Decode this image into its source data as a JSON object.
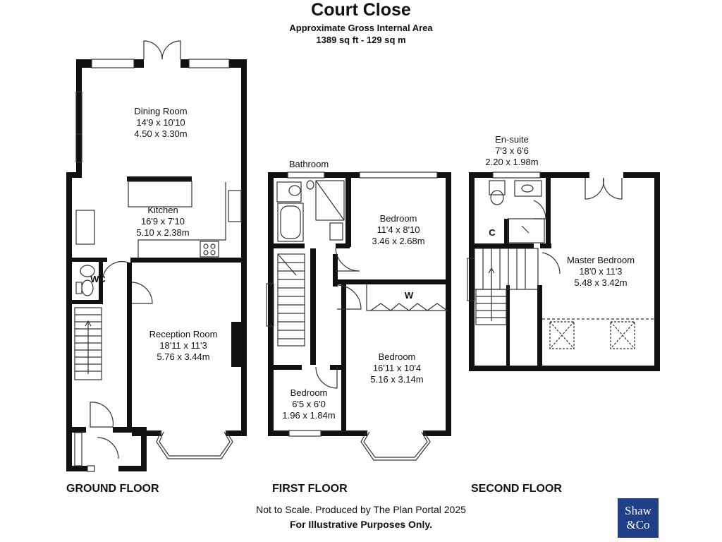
{
  "header": {
    "title": "Court Close",
    "area_label": "Approximate Gross Internal Area",
    "area_value": "1389 sq ft - 129 sq m"
  },
  "floors": {
    "ground": {
      "label": "GROUND FLOOR",
      "rooms": {
        "dining": {
          "name": "Dining Room",
          "imperial": "14'9 x 10'10",
          "metric": "4.50 x 3.30m"
        },
        "kitchen": {
          "name": "Kitchen",
          "imperial": "16'9 x 7'10",
          "metric": "5.10 x 2.38m"
        },
        "wc": {
          "name": "WC"
        },
        "reception": {
          "name": "Reception Room",
          "imperial": "18'11 x 11'3",
          "metric": "5.76 x 3.44m"
        }
      }
    },
    "first": {
      "label": "FIRST FLOOR",
      "rooms": {
        "bathroom": {
          "name": "Bathroom"
        },
        "bedroom1": {
          "name": "Bedroom",
          "imperial": "11'4 x 8'10",
          "metric": "3.46 x 2.68m"
        },
        "wardrobe": {
          "name": "W"
        },
        "bedroom2": {
          "name": "Bedroom",
          "imperial": "16'11 x 10'4",
          "metric": "5.16 x 3.14m"
        },
        "bedroom3": {
          "name": "Bedroom",
          "imperial": "6'5 x 6'0",
          "metric": "1.96 x 1.84m"
        }
      }
    },
    "second": {
      "label": "SECOND FLOOR",
      "rooms": {
        "ensuite": {
          "name": "En-suite",
          "imperial": "7'3 x 6'6",
          "metric": "2.20 x 1.98m"
        },
        "cupboard": {
          "name": "C"
        },
        "master": {
          "name": "Master Bedroom",
          "imperial": "18'0 x 11'3",
          "metric": "5.48 x 3.42m"
        }
      }
    }
  },
  "footer": {
    "line1": "Not to Scale. Produced by The Plan Portal 2025",
    "line2": "For Illustrative Purposes Only."
  },
  "logo": {
    "line1": "Shaw",
    "line2": "&Co",
    "color": "#1f3f86"
  },
  "colors": {
    "wall": "#111111",
    "line": "#333333",
    "background": "#ffffff"
  }
}
